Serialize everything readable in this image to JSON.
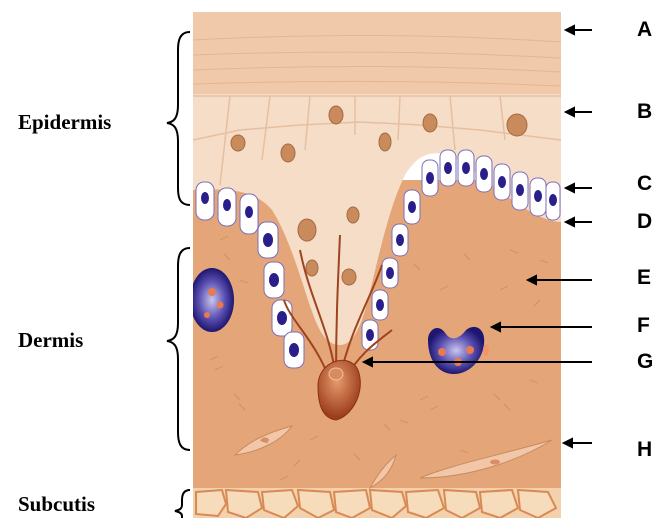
{
  "layers": {
    "epidermis": "Epidermis",
    "dermis": "Dermis",
    "subcutis": "Subcutis"
  },
  "letters": [
    "A",
    "B",
    "C",
    "D",
    "E",
    "F",
    "G",
    "H"
  ],
  "colors": {
    "stratum_corneum": "#efc9a9",
    "epidermis_cells": "#f6ddc8",
    "dermis": "#e4a678",
    "subcutis": "#f3d1ad",
    "nucleus_brown": "#c98a5c",
    "basal_nucleus": "#2a1f8a",
    "melanocyte": "#b0562e"
  }
}
